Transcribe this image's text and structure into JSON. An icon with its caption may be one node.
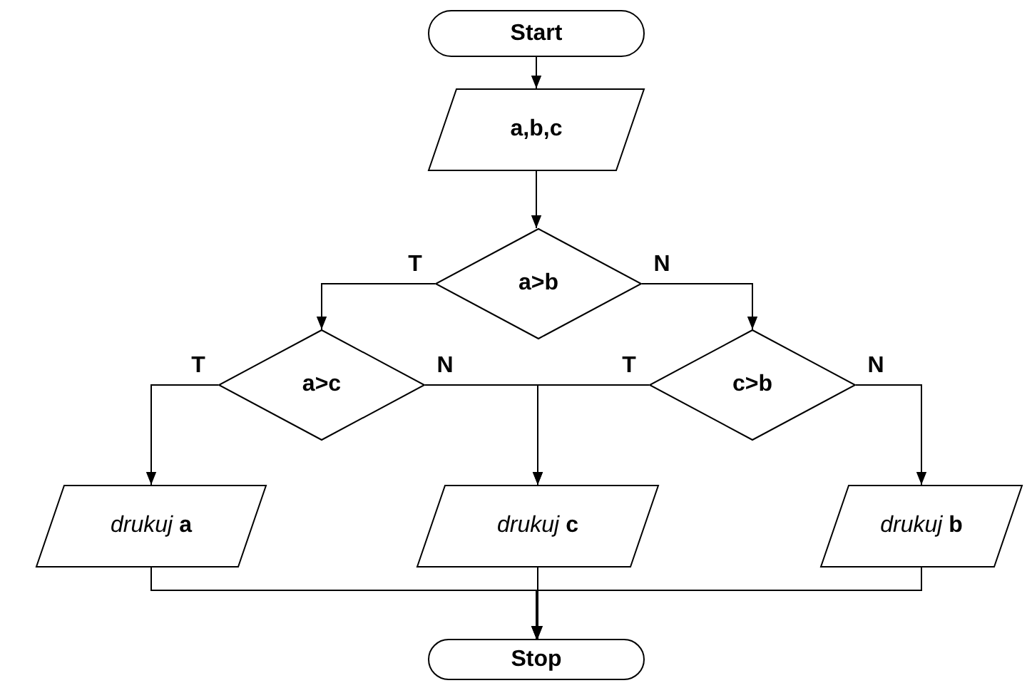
{
  "diagram": {
    "nodes": [
      {
        "text": [
          "Start"
        ]
      },
      {
        "text": [
          "a,b,c"
        ]
      },
      {
        "text": [
          "a>b"
        ]
      },
      {
        "text": [
          "a>c"
        ]
      },
      {
        "text": [
          "c>b"
        ]
      },
      {
        "text": [
          "*drukuj* **a**"
        ]
      },
      {
        "text": [
          "*drukuj* **c**"
        ]
      },
      {
        "text": [
          "*drukuj* **b**"
        ]
      },
      {
        "text": [
          "Stop"
        ]
      }
    ],
    "edges": [
      {
        "from": 0,
        "to": 1,
        "arrow": "to"
      },
      {
        "from": 1,
        "to": 2,
        "arrow": "to"
      },
      {
        "from": 2,
        "to": 3,
        "label": "T",
        "arrow": "to"
      },
      {
        "from": 2,
        "to": 4,
        "label": "N",
        "arrow": "to"
      },
      {
        "from": 3,
        "to": 5,
        "label": "T",
        "arrow": "to"
      },
      {
        "from": 3,
        "to": 6,
        "label": "N",
        "arrow": "to"
      },
      {
        "from": 4,
        "to": 6,
        "label": "T",
        "arrow": "to"
      },
      {
        "from": 4,
        "to": 7,
        "label": "N",
        "arrow": "to"
      },
      {
        "from": 5,
        "to": 8,
        "arrow": "to"
      },
      {
        "from": 6,
        "to": 8,
        "arrow": "to"
      },
      {
        "from": 7,
        "to": 8,
        "arrow": "to"
      }
    ]
  }
}
